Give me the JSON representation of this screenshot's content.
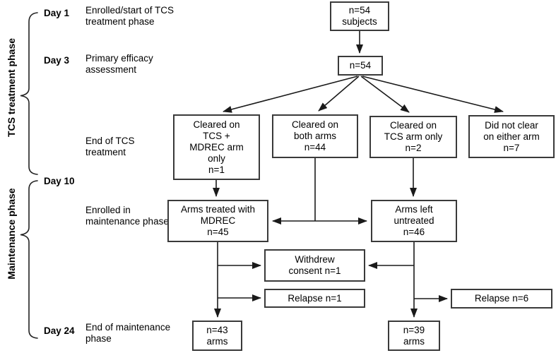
{
  "figure": {
    "kind": "study-flow-diagram"
  },
  "colors": {
    "background": "#ffffff",
    "box_border": "#3a3a3a",
    "line": "#1a1a1a",
    "text": "#000000"
  },
  "phases": [
    {
      "label": "TCS treatment phase"
    },
    {
      "label": "Maintenance phase"
    }
  ],
  "timeline": {
    "day1": {
      "day": "Day 1",
      "desc": "Enrolled/start of TCS\ntreatment phase"
    },
    "day3": {
      "day": "Day 3",
      "desc": "Primary efficacy\nassessment"
    },
    "end_tcs": {
      "desc": "End of TCS\ntreatment"
    },
    "day10": {
      "day": "Day 10"
    },
    "enroll_maint": {
      "desc": "Enrolled in\nmaintenance phase"
    },
    "day24": {
      "day": "Day 24",
      "desc": "End of maintenance\nphase"
    }
  },
  "nodes": {
    "enrolled": "n=54\nsubjects",
    "assessed": "n=54",
    "cleared_tcs_mdrec": "Cleared on\nTCS +\nMDREC arm\nonly\nn=1",
    "cleared_both": "Cleared on\nboth arms\nn=44",
    "cleared_tcs_only": "Cleared on\nTCS arm only\nn=2",
    "not_cleared": "Did not clear\non either arm\nn=7",
    "mdrec_treated": "Arms treated with\nMDREC\nn=45",
    "left_untreated": "Arms left\nuntreated\nn=46",
    "withdrew": "Withdrew\nconsent n=1",
    "relapse_mdrec": "Relapse n=1",
    "relapse_untreated": "Relapse n=6",
    "end_mdrec": "n=43\narms",
    "end_untreated": "n=39\narms"
  }
}
